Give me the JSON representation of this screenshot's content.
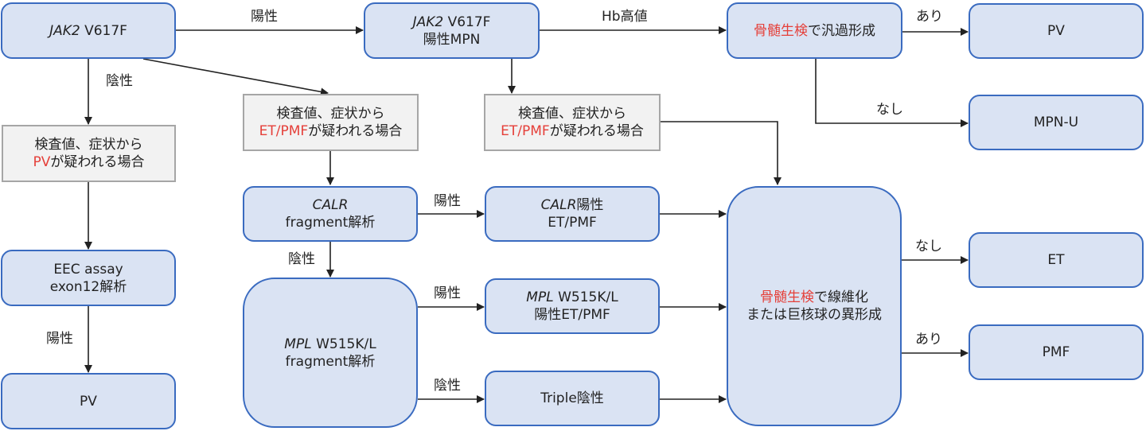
{
  "colors": {
    "node_fill": "#dae3f3",
    "node_border": "#3a6bc0",
    "note_fill": "#f2f2f2",
    "note_border": "#a6a6a6",
    "highlight": "#e5403a",
    "arrow": "#222222"
  },
  "nodes": {
    "jak2": {
      "italic": "JAK2",
      "rest": " V617F"
    },
    "jak2_pos_mpn": {
      "line1_italic": "JAK2",
      "line1_rest": " V617F",
      "line2": "陽性MPN"
    },
    "bm_pv_check": {
      "red": "骨髄生検",
      "rest": "で汎過形成"
    },
    "pv_top": {
      "label": "PV"
    },
    "mpnu": {
      "label": "MPN-U"
    },
    "suspect_pv": {
      "line1": "検査値、症状から",
      "line2_red": "PV",
      "line2_rest": "が疑われる場合"
    },
    "suspect_etpmf_mid": {
      "line1": "検査値、症状から",
      "line2_red": "ET/PMF",
      "line2_rest": "が疑われる場合"
    },
    "suspect_etpmf_right": {
      "line1": "検査値、症状から",
      "line2_red": "ET/PMF",
      "line2_rest": "が疑われる場合"
    },
    "calr_frag": {
      "line1_italic": "CALR",
      "line2": "fragment解析"
    },
    "calr_pos": {
      "line1_italic": "CALR",
      "line1_rest": "陽性",
      "line2": "ET/PMF"
    },
    "eec": {
      "line1": "EEC assay",
      "line2": "exon12解析"
    },
    "mpl_frag": {
      "line1_italic": "MPL",
      "line1_rest": " W515K/L",
      "line2": "fragment解析"
    },
    "mpl_pos": {
      "line1_italic": "MPL",
      "line1_rest": " W515K/L",
      "line2": "陽性ET/PMF"
    },
    "triple_neg": {
      "label": "Triple陰性"
    },
    "bm_fibrosis": {
      "line1_red": "骨髄生検",
      "line1_rest": "で線維化",
      "line2": "または巨核球の異形成"
    },
    "et": {
      "label": "ET"
    },
    "pmf": {
      "label": "PMF"
    },
    "pv_bottom": {
      "label": "PV"
    }
  },
  "edge_labels": {
    "jak2_to_mpn": "陽性",
    "jak2_down": "陰性",
    "mpn_hb": "Hb高値",
    "bm_pv_yes": "あり",
    "bm_pv_no": "なし",
    "calr_pos": "陽性",
    "calr_neg": "陰性",
    "mpl_pos": "陽性",
    "mpl_neg": "陰性",
    "eec_pos": "陽性",
    "fib_no": "なし",
    "fib_yes": "あり"
  }
}
